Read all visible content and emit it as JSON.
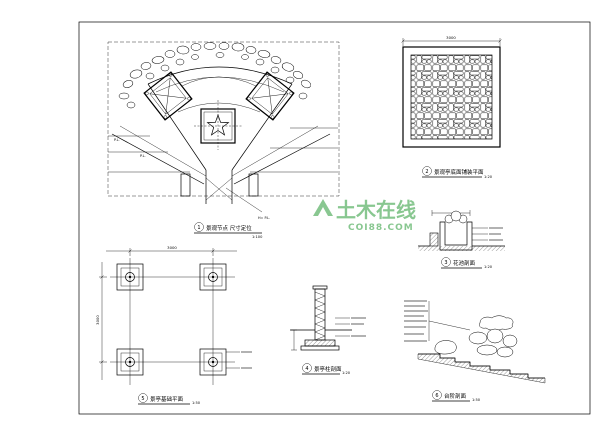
{
  "plan": {
    "number": "1",
    "title": "景观节点 尺寸定位",
    "scale": "1:100",
    "labels": {
      "pl_1": "P.L.",
      "pl_2": "P.L.",
      "elevation": "H= P.L."
    }
  },
  "paving_plan": {
    "number": "2",
    "title": "景观亭底面铺装平面",
    "scale": "1:20",
    "dimension": "3000"
  },
  "planter_section": {
    "number": "3",
    "title": "花池剖面",
    "scale": "1:20"
  },
  "column_section": {
    "number": "4",
    "title": "景亭柱剖面",
    "scale": "1:20"
  },
  "foundation_plan": {
    "number": "5",
    "title": "景亭基础平面",
    "scale": "1:50",
    "dimension_horizontal": "3000",
    "dimension_vertical": "3000"
  },
  "step_section": {
    "number": "6",
    "title": "台阶剖面",
    "scale": "1:50"
  },
  "watermark": {
    "text": "土木在线",
    "domain": "COI88.COM",
    "color": "#3aa248"
  },
  "colors": {
    "line": "#000000",
    "background": "#ffffff"
  }
}
